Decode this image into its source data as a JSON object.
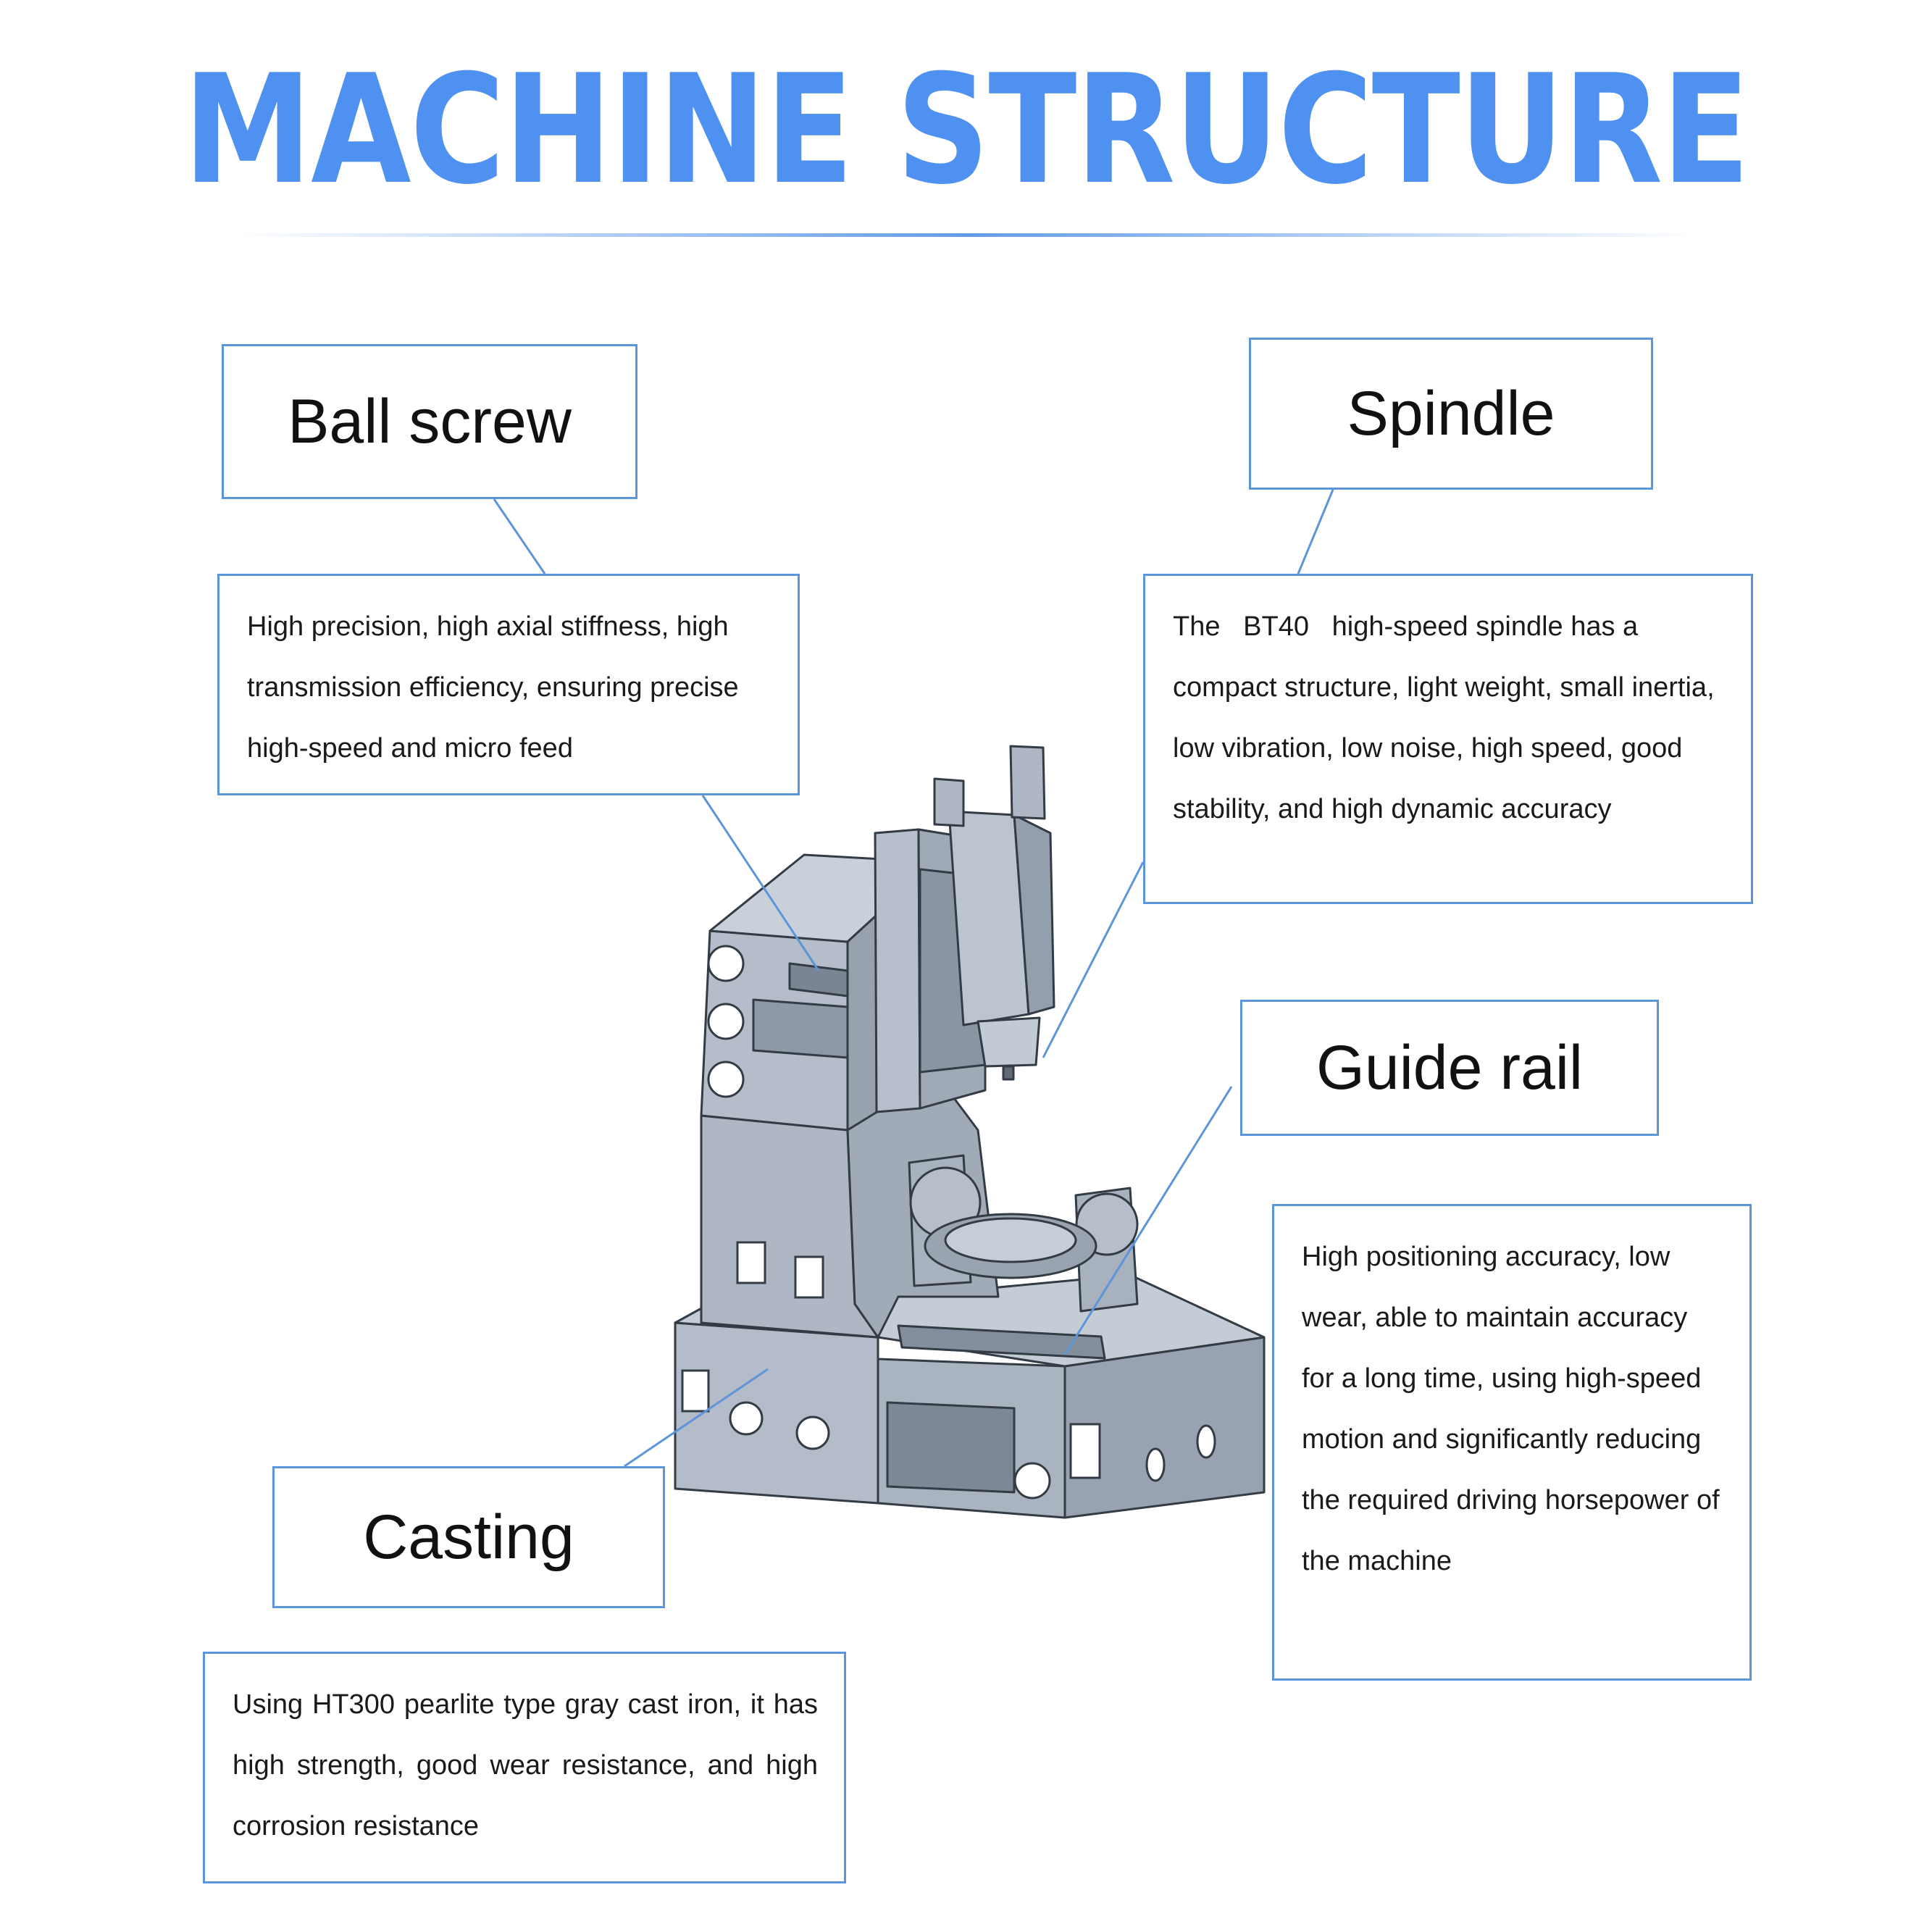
{
  "title": "MACHINE STRUCTURE",
  "colors": {
    "title": "#4f91f1",
    "border": "#5d95db",
    "leader": "#5d95db",
    "machine_body": "#a7b0bd",
    "machine_dark": "#6f7a88"
  },
  "components": {
    "ball_screw": {
      "label": "Ball screw",
      "description": "High precision, high axial stiffness, high transmission efficiency, ensuring precise high-speed and micro feed"
    },
    "spindle": {
      "label": "Spindle",
      "description": "The   BT40   high-speed spindle has a compact structure, light weight, small inertia, low vibration, low noise, high speed, good stability, and high dynamic accuracy"
    },
    "guide_rail": {
      "label": "Guide rail",
      "description": "High positioning accuracy, low wear, able to maintain accuracy for a long time, using high-speed motion and significantly reducing the required driving horsepower of the machine"
    },
    "casting": {
      "label": "Casting",
      "description": "Using HT300 pearlite type gray cast iron, it has high strength, good wear resistance, and high corrosion resistance"
    }
  }
}
